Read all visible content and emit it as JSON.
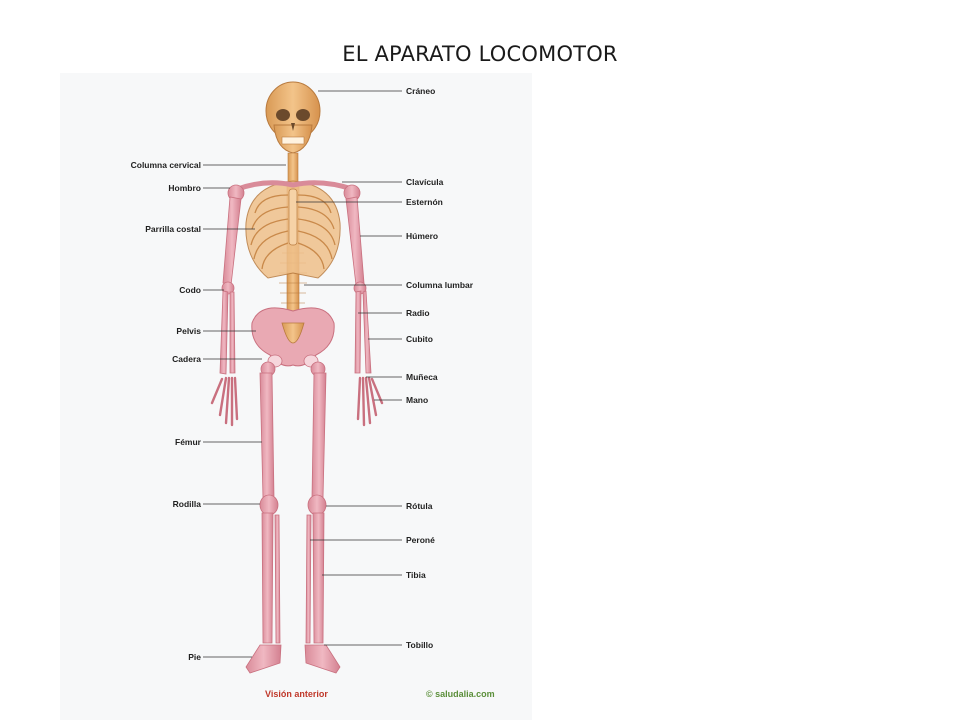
{
  "slide": {
    "title": "EL APARATO LOCOMOTOR"
  },
  "diagram": {
    "caption": "Visión anterior",
    "credit": "© saludalia.com",
    "colors": {
      "bone": "#e7a1ae",
      "bone_dark": "#c9707f",
      "axial": "#e9b173",
      "axial_dark": "#c9894a",
      "background": "#f7f8f9"
    },
    "labels_left": {
      "cervical": "Columna cervical",
      "hombro": "Hombro",
      "parrilla": "Parrilla costal",
      "codo": "Codo",
      "pelvis": "Pelvis",
      "cadera": "Cadera",
      "femur": "Fémur",
      "rodilla": "Rodilla",
      "pie": "Pie"
    },
    "labels_right": {
      "craneo": "Cráneo",
      "clavicula": "Clavícula",
      "esternon": "Esternón",
      "humero": "Húmero",
      "lumbar": "Columna lumbar",
      "radio": "Radio",
      "cubito": "Cubito",
      "muneca": "Muñeca",
      "mano": "Mano",
      "rotula": "Rótula",
      "perone": "Peroné",
      "tibia": "Tibia",
      "tobillo": "Tobillo"
    }
  }
}
